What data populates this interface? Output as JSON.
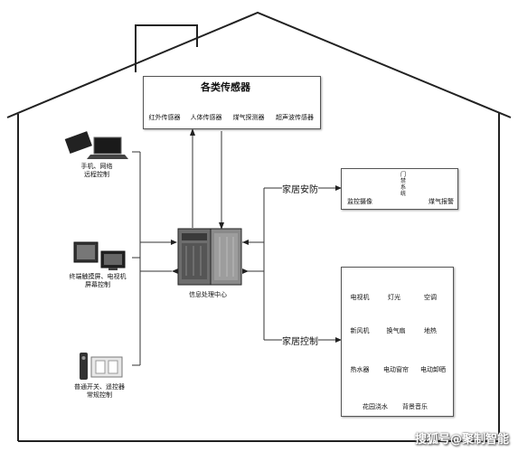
{
  "sensors": {
    "title": "各类传感器",
    "items": [
      "红外传感器",
      "人体传感器",
      "煤气探测器",
      "超声波传感器"
    ]
  },
  "left_devices": [
    {
      "label": "手机、网络\n远程控制"
    },
    {
      "label": "终端触摸屏、电视机\n屏幕控制"
    },
    {
      "label": "普通开关、遥控器\n常规控制"
    }
  ],
  "center": {
    "label": "信息处理中心"
  },
  "security": {
    "branch_label": "家居安防",
    "items": [
      "监控摄像",
      "门禁系统",
      "煤气报警"
    ]
  },
  "control": {
    "branch_label": "家居控制",
    "items": [
      "电视机",
      "灯光",
      "空调",
      "新风机",
      "换气扇",
      "地热",
      "热水器",
      "电动窗帘",
      "电动卸晒",
      "花园浇水",
      "背景音乐"
    ]
  },
  "watermark": "搜狐号@聚制智能"
}
